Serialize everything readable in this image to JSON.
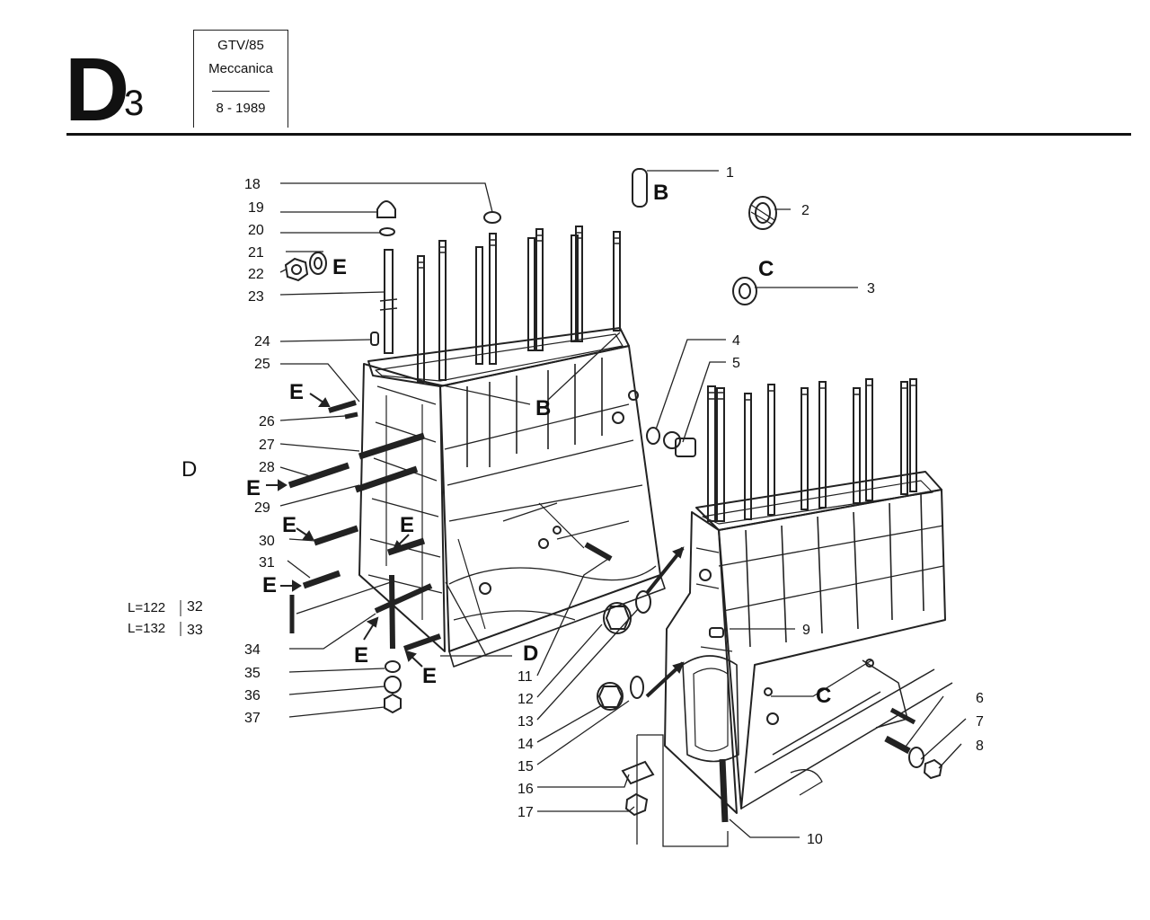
{
  "header": {
    "section_letter": "D",
    "section_number": "3",
    "model": "GTV/85",
    "category": "Meccanica",
    "date": "8 - 1989"
  },
  "diagram": {
    "callouts": [
      "1",
      "2",
      "3",
      "4",
      "5",
      "6",
      "7",
      "8",
      "9",
      "10",
      "11",
      "12",
      "13",
      "14",
      "15",
      "16",
      "17",
      "18",
      "19",
      "20",
      "21",
      "22",
      "23",
      "24",
      "25",
      "26",
      "27",
      "28",
      "29",
      "30",
      "31",
      "32",
      "33",
      "34",
      "35",
      "36",
      "37"
    ],
    "detail_letters": {
      "b_top": "B",
      "c_top": "C",
      "e_top": "E",
      "b_block": "B",
      "c_block": "C",
      "d_left": "D",
      "d_block": "D",
      "e1": "E",
      "e2": "E",
      "e3": "E",
      "e4": "E",
      "e5": "E",
      "e6": "E",
      "e7": "E"
    },
    "lengths": {
      "l122": "L=122",
      "l132": "L=132"
    }
  }
}
